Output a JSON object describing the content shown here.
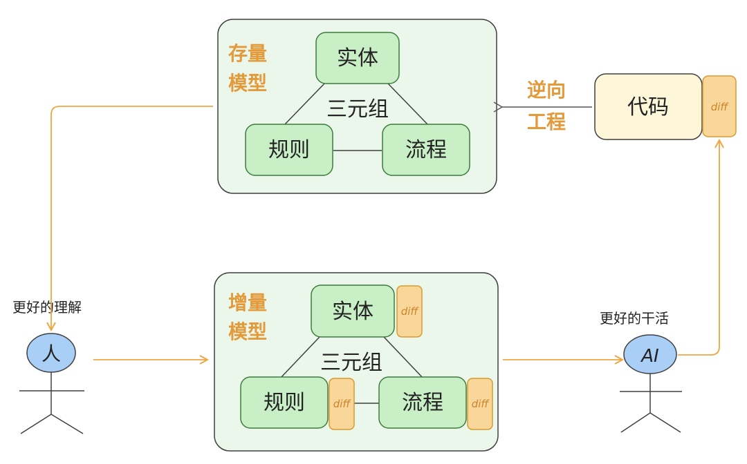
{
  "colors": {
    "panel_fill": "#ecf7ec",
    "panel_stroke": "#3f3f3f",
    "node_fill": "#c9efc6",
    "node_stroke": "#3c7a3c",
    "code_fill": "#fdf6d8",
    "diff_fill": "#f9d79a",
    "diff_stroke": "#d79a2e",
    "arrow": "#f0a640",
    "actor_head": "#a9cff6",
    "label_orange": "#e39a3a"
  },
  "stock_model": {
    "title_line1": "存量",
    "title_line2": "模型",
    "center_label": "三元组",
    "node_entity": "实体",
    "node_rule": "规则",
    "node_process": "流程"
  },
  "incremental_model": {
    "title_line1": "增量",
    "title_line2": "模型",
    "center_label": "三元组",
    "node_entity": "实体",
    "node_rule": "规则",
    "node_process": "流程",
    "diff_label": "diff"
  },
  "code_block": {
    "label": "代码",
    "diff_label": "diff"
  },
  "reverse_engineering": {
    "line1": "逆向",
    "line2": "工程"
  },
  "human": {
    "caption": "更好的理解",
    "head_label": "人"
  },
  "ai": {
    "caption": "更好的干活",
    "head_label": "AI"
  }
}
